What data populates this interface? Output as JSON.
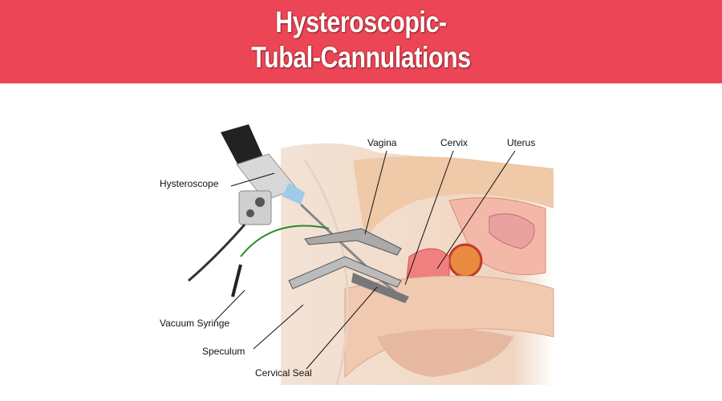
{
  "title": {
    "line1": "Hysteroscopic-",
    "line2": "Tubal-Cannulations"
  },
  "labels": {
    "vagina": "Vagina",
    "cervix": "Cervix",
    "uterus": "Uterus",
    "hysteroscope": "Hysteroscope",
    "vacuum_syringe": "Vacuum Syringe",
    "speculum": "Speculum",
    "cervical_seal": "Cervical Seal"
  },
  "colors": {
    "banner": "#ec4656"
  }
}
